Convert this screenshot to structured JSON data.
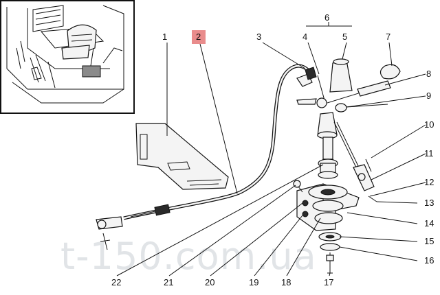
{
  "watermark": "t-150.com.ua",
  "highlight_color": "#e98c8c",
  "callouts": [
    {
      "id": "1",
      "text": "1"
    },
    {
      "id": "2",
      "text": "2",
      "highlighted": true
    },
    {
      "id": "3",
      "text": "3"
    },
    {
      "id": "4",
      "text": "4"
    },
    {
      "id": "5",
      "text": "5"
    },
    {
      "id": "6",
      "text": "6"
    },
    {
      "id": "7",
      "text": "7"
    },
    {
      "id": "8",
      "text": "8"
    },
    {
      "id": "9",
      "text": "9"
    },
    {
      "id": "10",
      "text": "10"
    },
    {
      "id": "11",
      "text": "11"
    },
    {
      "id": "12",
      "text": "12"
    },
    {
      "id": "13",
      "text": "13"
    },
    {
      "id": "14",
      "text": "14"
    },
    {
      "id": "15",
      "text": "15"
    },
    {
      "id": "16",
      "text": "16"
    },
    {
      "id": "17",
      "text": "17"
    },
    {
      "id": "18",
      "text": "18"
    },
    {
      "id": "19",
      "text": "19"
    },
    {
      "id": "20",
      "text": "20"
    },
    {
      "id": "21",
      "text": "21"
    },
    {
      "id": "22",
      "text": "22"
    }
  ]
}
